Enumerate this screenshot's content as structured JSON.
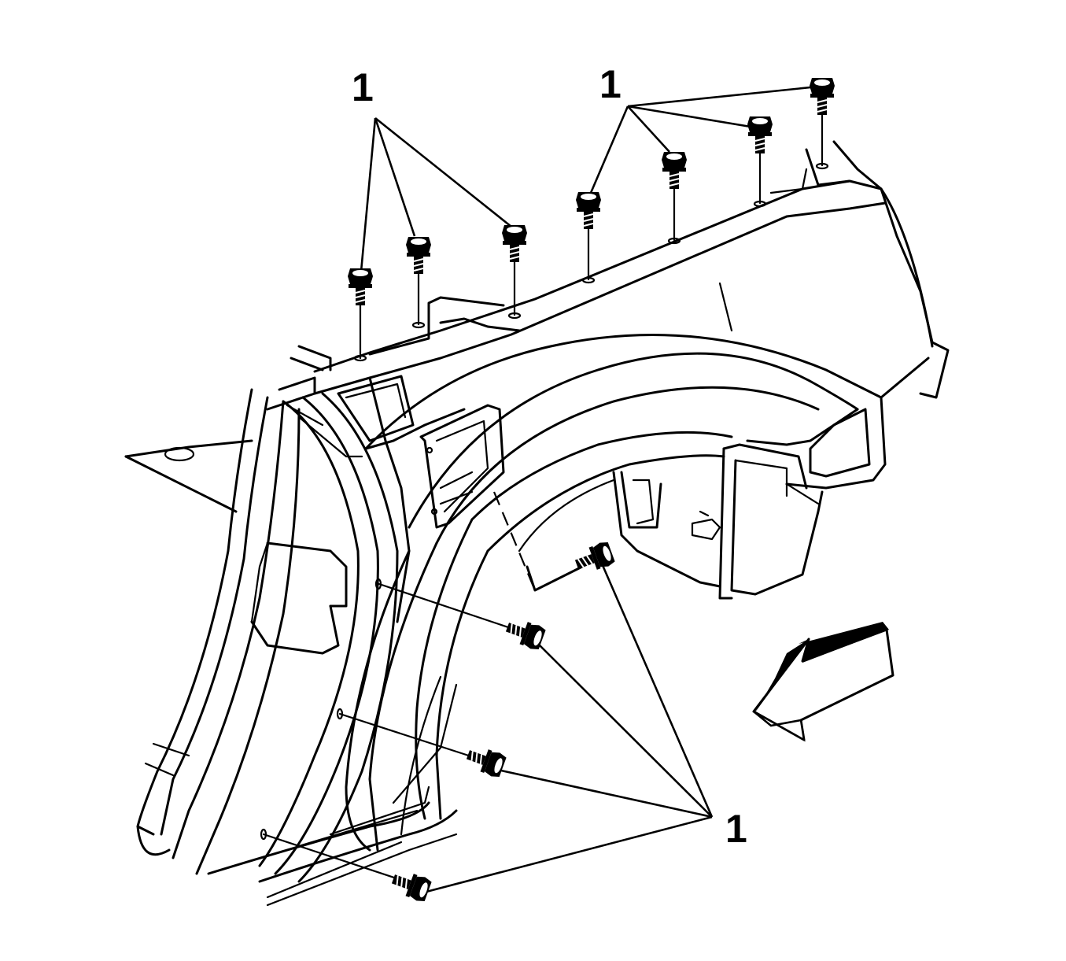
{
  "callouts": [
    "1",
    "1",
    "1"
  ],
  "icons": {
    "bolt": "bolt-icon",
    "direction": "front-direction-arrow-icon"
  },
  "colors": {
    "line": "#000000",
    "background": "#ffffff"
  }
}
